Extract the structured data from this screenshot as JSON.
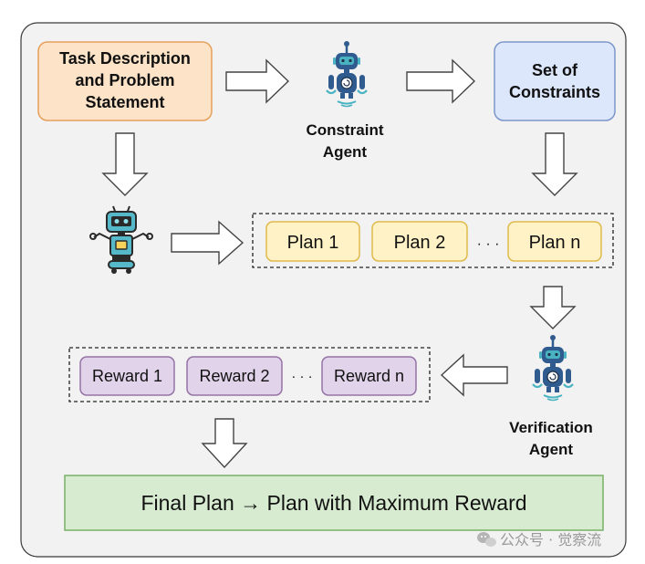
{
  "boxes": {
    "task_line1": "Task Description",
    "task_line2": "and Problem",
    "task_line3": "Statement",
    "constraints_line1": "Set of",
    "constraints_line2": "Constraints",
    "final": "Final Plan → Plan with Maximum Reward"
  },
  "agents": {
    "constraint_line1": "Constraint",
    "constraint_line2": "Agent",
    "verification_line1": "Verification",
    "verification_line2": "Agent"
  },
  "plans": [
    "Plan 1",
    "Plan 2",
    "Plan n"
  ],
  "rewards": [
    "Reward 1",
    "Reward 2",
    "Reward n"
  ],
  "ellipsis": "· · ·",
  "watermark": "公众号 · 觉察流",
  "colors": {
    "panel": "#f2f2f2",
    "task_fill": "#fde3c8",
    "task_stroke": "#e8a05a",
    "constraints_fill": "#dce7fb",
    "constraints_stroke": "#7b97c9",
    "plan_fill": "#fff2c6",
    "plan_stroke": "#e0b94b",
    "reward_fill": "#e1d3ea",
    "reward_stroke": "#9673a6",
    "final_fill": "#d7ebd0",
    "final_stroke": "#79b067",
    "robot_blue": "#2f5b8e",
    "robot_teal": "#49b3c2"
  }
}
